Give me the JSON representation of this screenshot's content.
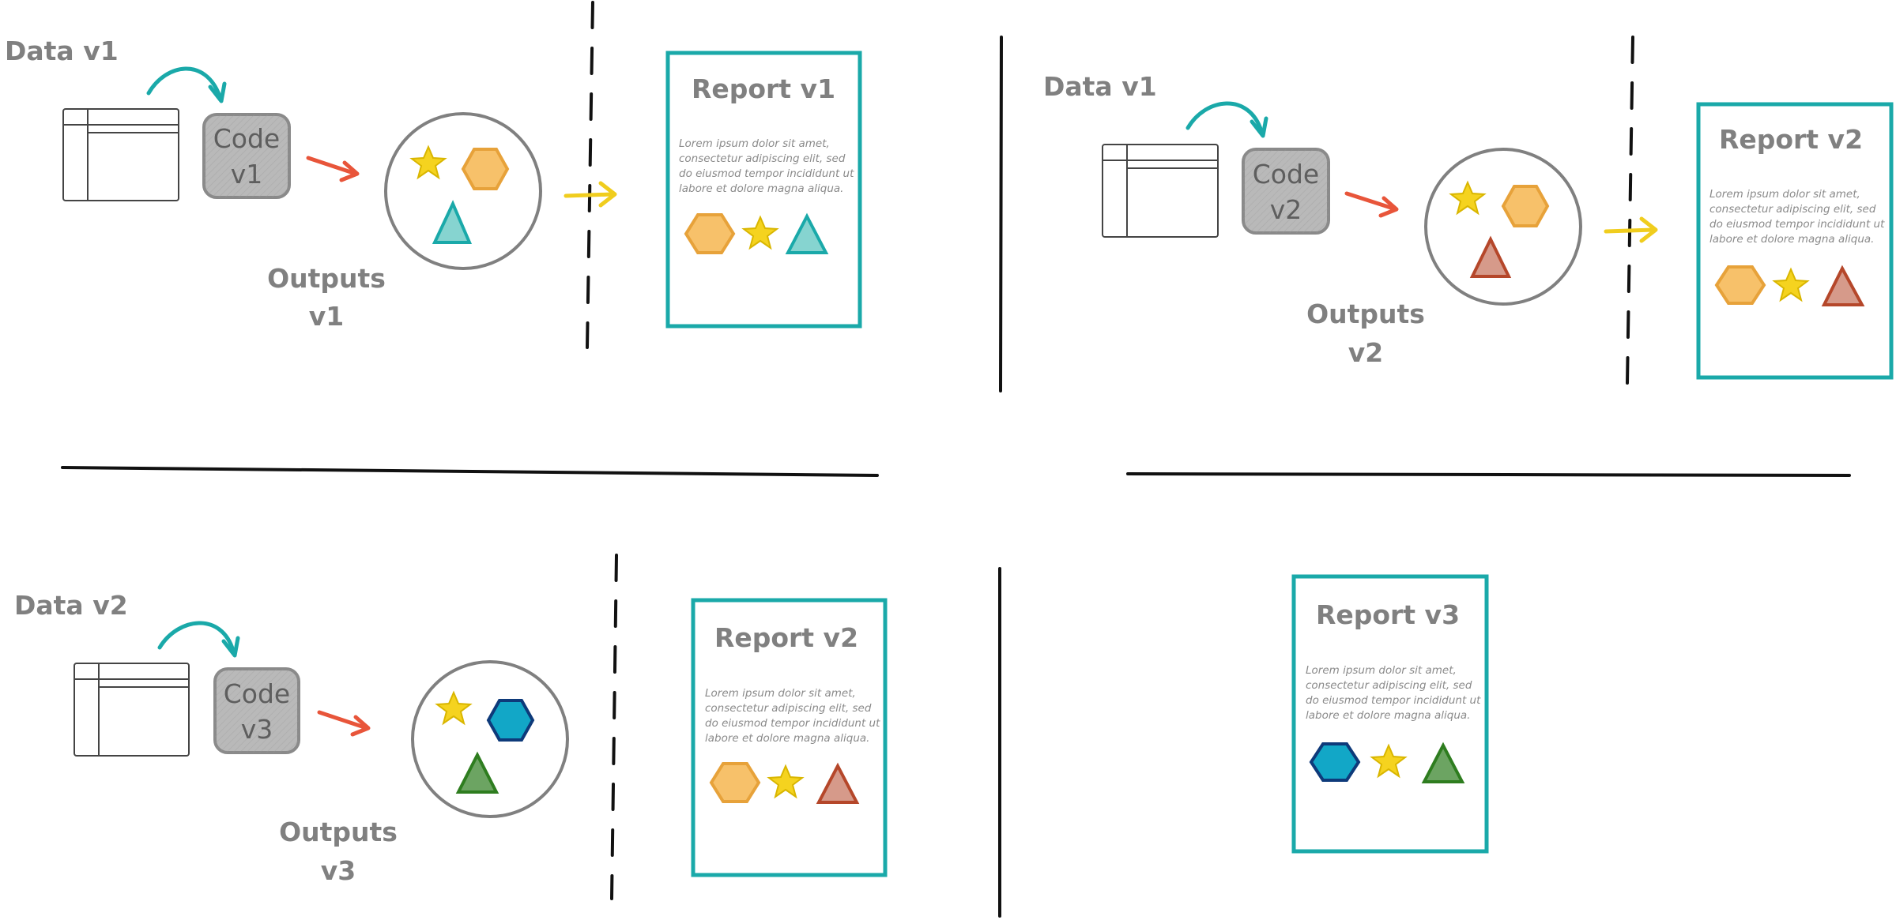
{
  "panels": [
    {
      "id": "p1",
      "data_label": "Data v1",
      "code_label": [
        "Code",
        "v1"
      ],
      "outputs_label": [
        "Outputs",
        "v1"
      ],
      "report_title": "Report v1",
      "report_text": [
        "Lorem ipsum dolor sit amet,",
        "consectetur adipiscing elit, sed",
        "do eiusmod tempor incididunt ut",
        "labore et dolore magna aliqua."
      ],
      "circle_shapes": {
        "star": "#f5d31f",
        "hexagon": "#f7c16a",
        "triangle": "#35b8b0"
      },
      "report_shapes": {
        "hexagon": "#f7c16a",
        "star": "#f5d31f",
        "triangle": "#35b8b0"
      }
    },
    {
      "id": "p2",
      "data_label": "Data v1",
      "code_label": [
        "Code",
        "v2"
      ],
      "outputs_label": [
        "Outputs",
        "v2"
      ],
      "report_title": "Report v2",
      "report_text": [
        "Lorem ipsum dolor sit amet,",
        "consectetur adipiscing elit, sed",
        "do eiusmod tempor incididunt ut",
        "labore et dolore magna aliqua."
      ],
      "circle_shapes": {
        "star": "#f5d31f",
        "hexagon": "#f7c16a",
        "triangle": "#b5472a"
      },
      "report_shapes": {
        "hexagon": "#f7c16a",
        "star": "#f5d31f",
        "triangle": "#b5472a"
      }
    },
    {
      "id": "p3",
      "data_label": "Data v2",
      "code_label": [
        "Code",
        "v3"
      ],
      "outputs_label": [
        "Outputs",
        "v3"
      ],
      "report_title": "Report v2",
      "report_text": [
        "Lorem ipsum dolor sit amet,",
        "consectetur adipiscing elit, sed",
        "do eiusmod tempor incididunt ut",
        "labore et dolore magna aliqua."
      ],
      "circle_shapes": {
        "star": "#f5d31f",
        "hexagon": "#12a7c7",
        "triangle": "#2e7d1f"
      },
      "report_shapes": {
        "hexagon": "#f7c16a",
        "star": "#f5d31f",
        "triangle": "#b5472a"
      }
    },
    {
      "id": "p4",
      "report_title": "Report v3",
      "report_text": [
        "Lorem ipsum dolor sit amet,",
        "consectetur adipiscing elit, sed",
        "do eiusmod tempor incididunt ut",
        "labore et dolore magna aliqua."
      ],
      "report_shapes": {
        "hexagon": "#12a7c7",
        "star": "#f5d31f",
        "triangle": "#2e7d1f"
      }
    }
  ],
  "colors": {
    "teal": "#1aa9a9",
    "red_arrow": "#e8553a",
    "yellow_arrow": "#f0cd1e",
    "gray_box": "#b9b9b9",
    "gray_stroke": "#8a8a8a"
  }
}
